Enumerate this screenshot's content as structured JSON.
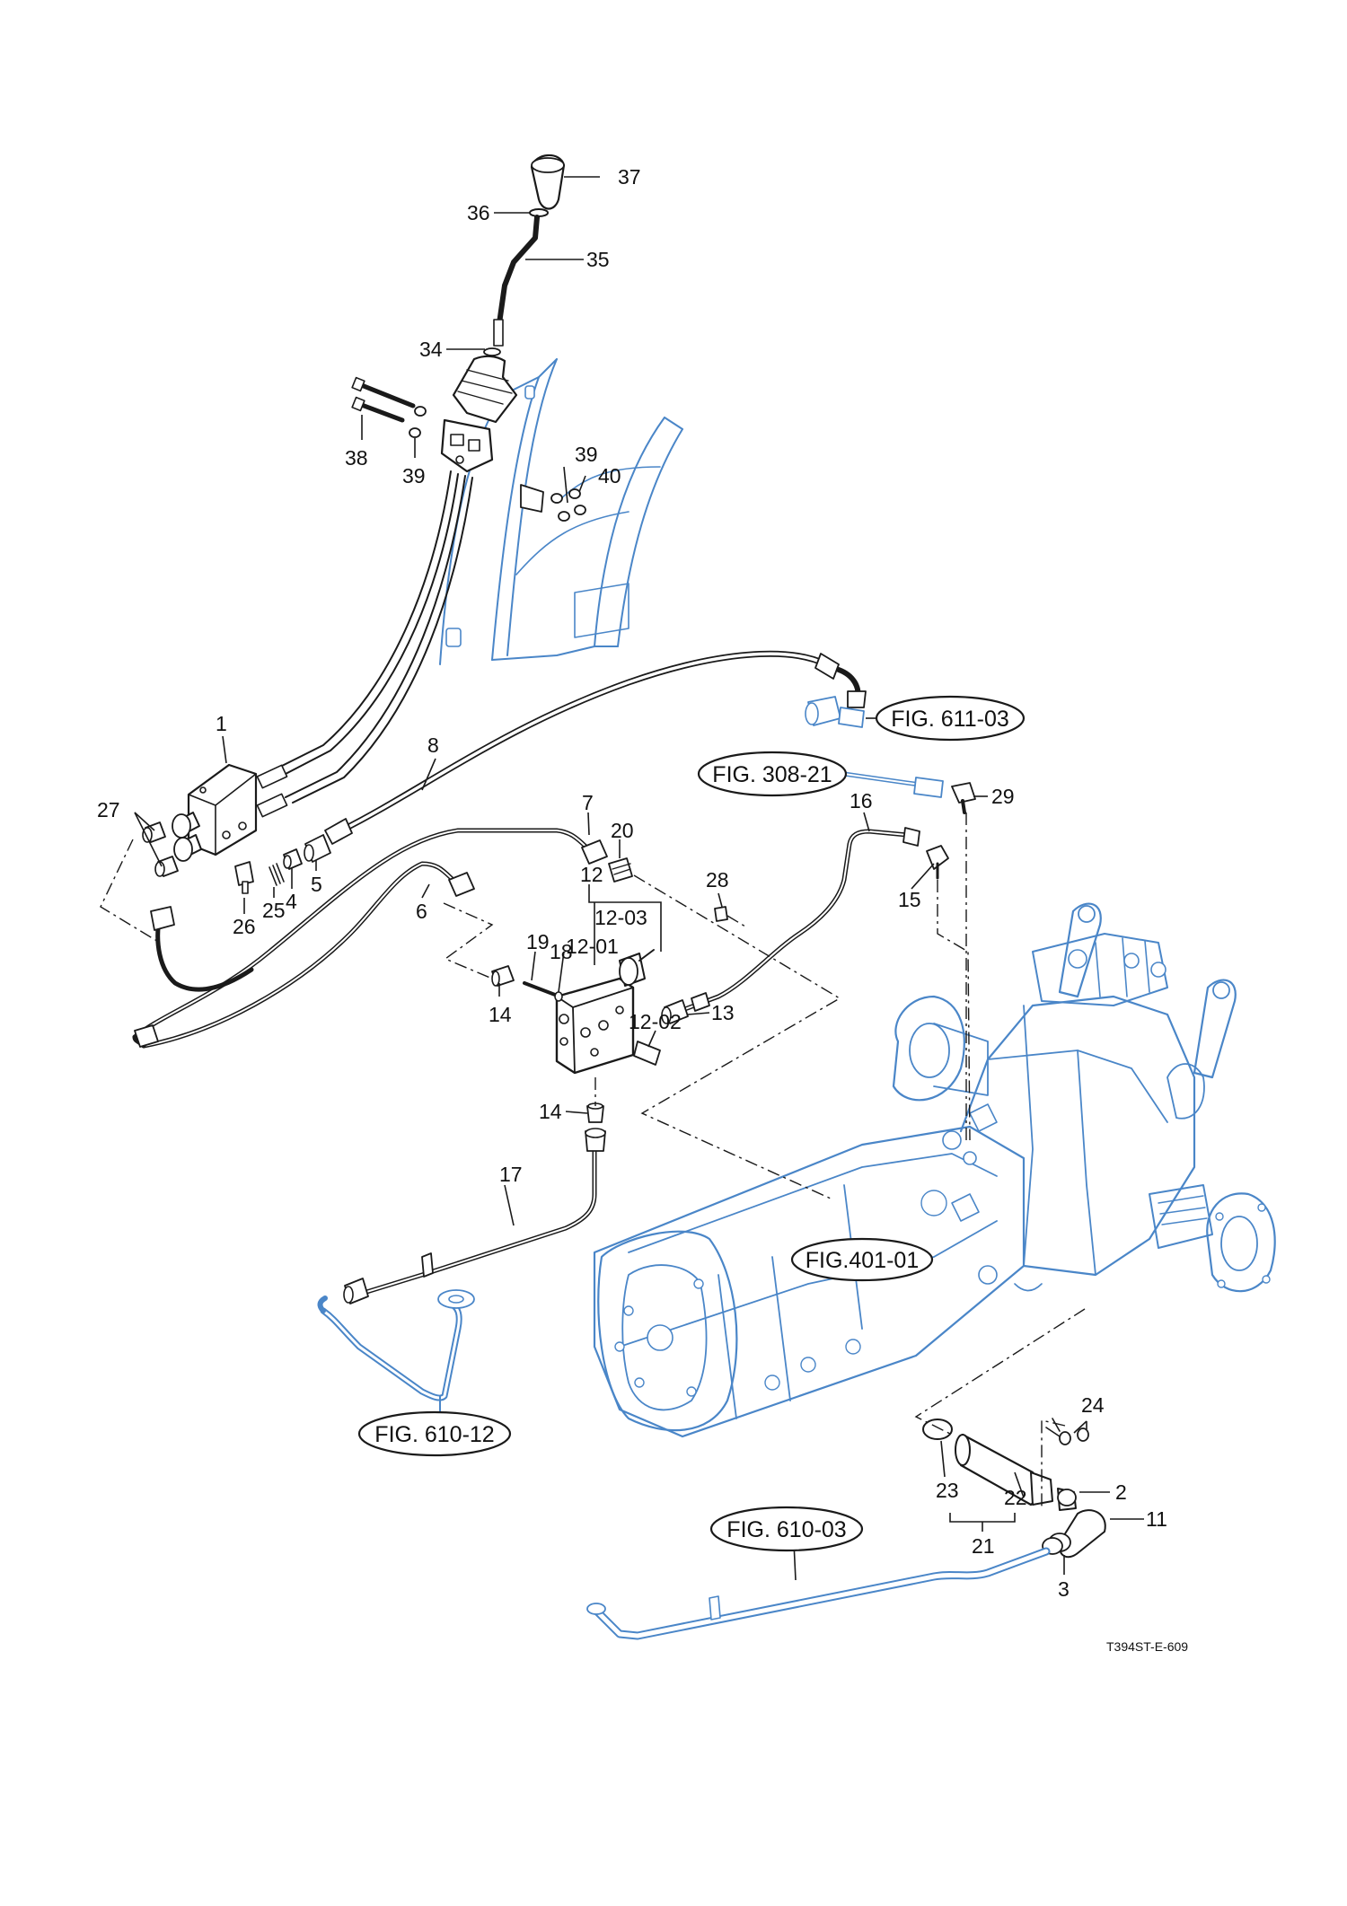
{
  "diagram": {
    "drawing_code": "T394ST-E-609",
    "fig_refs": {
      "fig_611_03": "FIG. 611-03",
      "fig_308_21": "FIG. 308-21",
      "fig_401_01": "FIG.401-01",
      "fig_610_12": "FIG. 610-12",
      "fig_610_03": "FIG. 610-03"
    },
    "callouts": {
      "p1": "1",
      "p2": "2",
      "p3": "3",
      "p4": "4",
      "p5": "5",
      "p6": "6",
      "p7": "7",
      "p8": "8",
      "p11": "11",
      "p12": "12",
      "p12_01": "12-01",
      "p12_02": "12-02",
      "p12_03": "12-03",
      "p13": "13",
      "p14a": "14",
      "p14b": "14",
      "p15": "15",
      "p16": "16",
      "p17": "17",
      "p18": "18",
      "p19": "19",
      "p20": "20",
      "p21": "21",
      "p22": "22",
      "p23": "23",
      "p24": "24",
      "p25": "25",
      "p26": "26",
      "p27": "27",
      "p28": "28",
      "p29": "29",
      "p34": "34",
      "p35": "35",
      "p36": "36",
      "p37": "37",
      "p38": "38",
      "p39a": "39",
      "p39b": "39",
      "p40": "40"
    },
    "colors": {
      "line_art": "#1a1a1a",
      "context_parts": "#4a86c8",
      "background": "#ffffff"
    }
  }
}
